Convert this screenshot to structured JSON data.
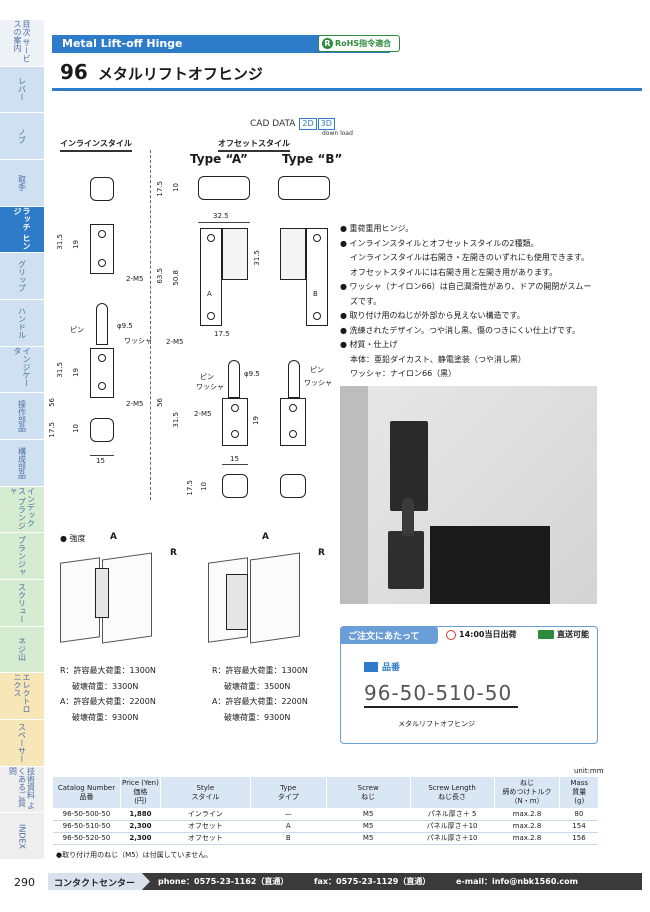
{
  "side_tabs": [
    {
      "label": "目次 サービスの案内",
      "color": "#eef2f7",
      "active": false
    },
    {
      "label": "レバー",
      "color": "#cfe0f1",
      "active": false
    },
    {
      "label": "ノブ",
      "color": "#cfe0f1",
      "active": false
    },
    {
      "label": "取手",
      "color": "#cfe0f1",
      "active": false
    },
    {
      "label": "ラッチ ヒンジ",
      "color": "#2e7bc9",
      "active": true
    },
    {
      "label": "グリップ",
      "color": "#cfe0f1",
      "active": false
    },
    {
      "label": "ハンドル",
      "color": "#cfe0f1",
      "active": false
    },
    {
      "label": "インジケータ",
      "color": "#cfe0f1",
      "active": false
    },
    {
      "label": "操作部品",
      "color": "#cfe0f1",
      "active": false
    },
    {
      "label": "構成部品",
      "color": "#cfe0f1",
      "active": false
    },
    {
      "label": "インデックス プランジャ",
      "color": "#d5ecd0",
      "active": false
    },
    {
      "label": "プランジャ",
      "color": "#d5ecd0",
      "active": false
    },
    {
      "label": "スクリュー",
      "color": "#d5ecd0",
      "active": false
    },
    {
      "label": "ネジ山",
      "color": "#d5ecd0",
      "active": false
    },
    {
      "label": "エレクトロ ニクス",
      "color": "#f7e6b8",
      "active": false
    },
    {
      "label": "スペーサー",
      "color": "#f7e6b8",
      "active": false
    },
    {
      "label": "技術資料 よくあるご質問",
      "color": "#eeeeee",
      "active": false
    },
    {
      "label": "INDEX",
      "color": "#eeeeee",
      "active": false
    }
  ],
  "header": {
    "title_en": "Metal Lift-off Hinge",
    "rohs": "RoHS指令適合",
    "rohs_icon": "R",
    "number": "96",
    "title_ja": "メタルリフトオフヒンジ"
  },
  "cad": {
    "label": "CAD DATA",
    "d2": "2D",
    "d3": "3D",
    "download": "down load"
  },
  "drawing": {
    "inline_style": "インラインスタイル",
    "offset_style": "オフセットスタイル",
    "type_a": "Type “A”",
    "type_b": "Type “B”",
    "dims": {
      "d31_5": "31.5",
      "d19": "19",
      "d2m5": "2-M5",
      "pin": "ピン",
      "washer": "ワッシャ",
      "phi95": "φ9.5",
      "d56": "56",
      "d17_5": "17.5",
      "d10": "10",
      "d15": "15",
      "d32_5": "32.5",
      "d63_5": "63.5",
      "d50_8": "50.8",
      "a": "A",
      "b": "B"
    }
  },
  "features": [
    {
      "text": "● 重荷重用ヒンジ。",
      "indent": false
    },
    {
      "text": "● インラインスタイルとオフセットスタイルの2種類。",
      "indent": false
    },
    {
      "text": "インラインスタイルは右開き・左開きのいずれにも使用できます。",
      "indent": true
    },
    {
      "text": "オフセットスタイルには右開き用と左開き用があります。",
      "indent": true
    },
    {
      "text": "● ワッシャ（ナイロン66）は自己潤滑性があり、ドアの開閉がスムー",
      "indent": false
    },
    {
      "text": "ズです。",
      "indent": true
    },
    {
      "text": "● 取り付け用のねじが外部から見えない構造です。",
      "indent": false
    },
    {
      "text": "● 洗練されたデザイン。つや消し黒、傷のつきにくい仕上げです。",
      "indent": false
    },
    {
      "text": "● 材質・仕上げ",
      "indent": false
    },
    {
      "text": "本体：亜鉛ダイカスト、静電塗装（つや消し黒）",
      "indent": true
    },
    {
      "text": "ワッシャ：ナイロン66（黒）",
      "indent": true
    }
  ],
  "strength": {
    "title": "● 強度",
    "arrow_a": "A",
    "arrow_r": "R",
    "left": [
      "R：許容最大荷重：1300N",
      "破壊荷重：3300N",
      "A：許容最大荷重：2200N",
      "破壊荷重：9300N"
    ],
    "right": [
      "R：許容最大荷重：1300N",
      "破壊荷重：3500N",
      "A：許容最大荷重：2200N",
      "破壊荷重：9300N"
    ]
  },
  "order": {
    "head": "ご注文にあたって",
    "sameday": "14:00当日出荷",
    "direct": "直送可能",
    "part_label": "品番",
    "part_no": "96-50-510-50",
    "part_name": "メタルリフトオフヒンジ"
  },
  "table": {
    "unit": "unit:mm",
    "headers": [
      [
        "Catalog Number",
        "品番"
      ],
      [
        "Price (Yen)",
        "価格",
        "(円)"
      ],
      [
        "Style",
        "スタイル"
      ],
      [
        "Type",
        "タイプ"
      ],
      [
        "Screw",
        "ねじ"
      ],
      [
        "Screw Length",
        "ねじ長さ"
      ],
      [
        "ねじ",
        "締めつけトルク",
        "（N・m）"
      ],
      [
        "Mass",
        "質量",
        "(g)"
      ]
    ],
    "rows": [
      [
        "96-50-500-50",
        "1,880",
        "インライン",
        "—",
        "M5",
        "パネル厚さ＋ 5",
        "max.2.8",
        "80"
      ],
      [
        "96-50-510-50",
        "2,300",
        "オフセット",
        "A",
        "M5",
        "パネル厚さ＋10",
        "max.2.8",
        "154"
      ],
      [
        "96-50-520-50",
        "2,300",
        "オフセット",
        "B",
        "M5",
        "パネル厚さ＋10",
        "max.2.8",
        "156"
      ]
    ],
    "note": "●取り付け用のねじ（M5）は付属していません。"
  },
  "footer": {
    "page": "290",
    "contact": "コンタクトセンター",
    "phone": "phone：0575-23-1162（直通）",
    "fax": "fax：0575-23-1129（直通）",
    "email": "e-mail：info@nbk1560.com"
  }
}
